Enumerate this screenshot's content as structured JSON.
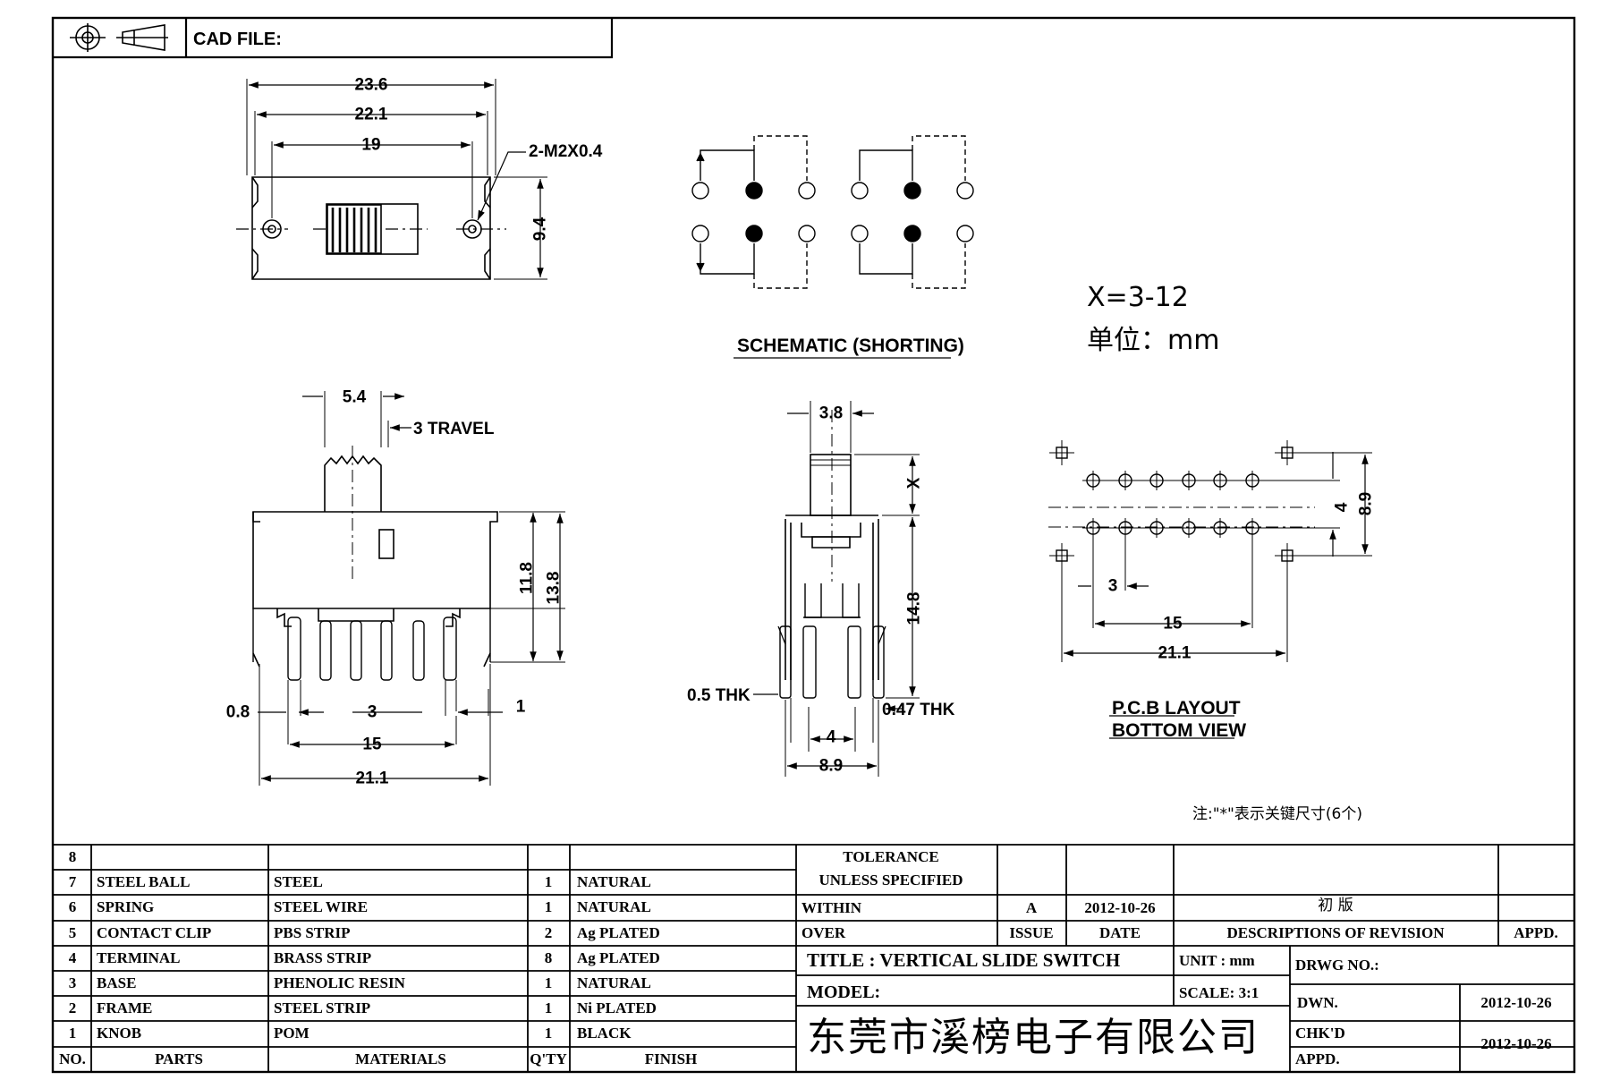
{
  "header": {
    "cad_file_label": "CAD FILE:"
  },
  "top_view": {
    "dims": {
      "w1": "23.6",
      "w2": "22.1",
      "w3": "19",
      "h": "9.4"
    },
    "screw_note": "2-M2X0.4"
  },
  "schematic": {
    "title": "SCHEMATIC (SHORTING)"
  },
  "key_info": {
    "x_range": "X=3-12",
    "unit": "单位：mm"
  },
  "side_view": {
    "dims": {
      "knob_w": "5.4",
      "travel": "3 TRAVEL",
      "h1": "11.8",
      "h2": "13.8",
      "pin_t": "0.8",
      "pitch": "3",
      "side": "1",
      "span": "15",
      "total": "21.1"
    }
  },
  "end_view": {
    "dims": {
      "knob": "3.8",
      "x": "X",
      "height": "14.8",
      "thk1": "0.5 THK",
      "thk2": "0.47 THK",
      "row": "4",
      "width": "8.9"
    }
  },
  "pcb": {
    "dims": {
      "row": "4",
      "h": "8.9",
      "pitch": "3",
      "span": "15",
      "total": "21.1"
    },
    "title_line1": "P.C.B LAYOUT",
    "title_line2": "BOTTOM  VIEW"
  },
  "note": "注:\"*\"表示关键尺寸(6个)",
  "bom": {
    "rows": [
      {
        "no": "8",
        "part": "",
        "material": "",
        "qty": "",
        "finish": ""
      },
      {
        "no": "7",
        "part": "STEEL BALL",
        "material": "STEEL",
        "qty": "1",
        "finish": "NATURAL"
      },
      {
        "no": "6",
        "part": "SPRING",
        "material": "STEEL WIRE",
        "qty": "1",
        "finish": "NATURAL"
      },
      {
        "no": "5",
        "part": "CONTACT CLIP",
        "material": "PBS STRIP",
        "qty": "2",
        "finish": "Ag PLATED"
      },
      {
        "no": "4",
        "part": "TERMINAL",
        "material": "BRASS STRIP",
        "qty": "8",
        "finish": "Ag PLATED"
      },
      {
        "no": "3",
        "part": "BASE",
        "material": "PHENOLIC RESIN",
        "qty": "1",
        "finish": "NATURAL"
      },
      {
        "no": "2",
        "part": "FRAME",
        "material": "STEEL STRIP",
        "qty": "1",
        "finish": "Ni PLATED"
      },
      {
        "no": "1",
        "part": "KNOB",
        "material": "POM",
        "qty": "1",
        "finish": "BLACK"
      }
    ],
    "headers": {
      "no": "NO.",
      "part": "PARTS",
      "material": "MATERIALS",
      "qty": "Q'TY",
      "finish": "FINISH"
    }
  },
  "tolerance": {
    "line1": "TOLERANCE",
    "line2": "UNLESS  SPECIFIED",
    "within": "WITHIN",
    "over": "OVER"
  },
  "revision": {
    "issue": "A",
    "date": "2012-10-26",
    "desc": "初  版",
    "h_issue": "ISSUE",
    "h_date": "DATE",
    "h_desc": "DESCRIPTIONS OF REVISION",
    "h_appd": "APPD."
  },
  "title_block": {
    "title": "TITLE :   VERTICAL  SLIDE  SWITCH",
    "unit": "UNIT :   mm",
    "drwg_no": "DRWG  NO.:",
    "model": "MODEL:",
    "scale": "SCALE:   3:1",
    "dwn": "DWN.",
    "dwn_date": "2012-10-26",
    "chkd": "CHK'D",
    "chkd_date": "2012-10-26",
    "appd": "APPD.",
    "company": "东莞市溪榜电子有限公司"
  }
}
